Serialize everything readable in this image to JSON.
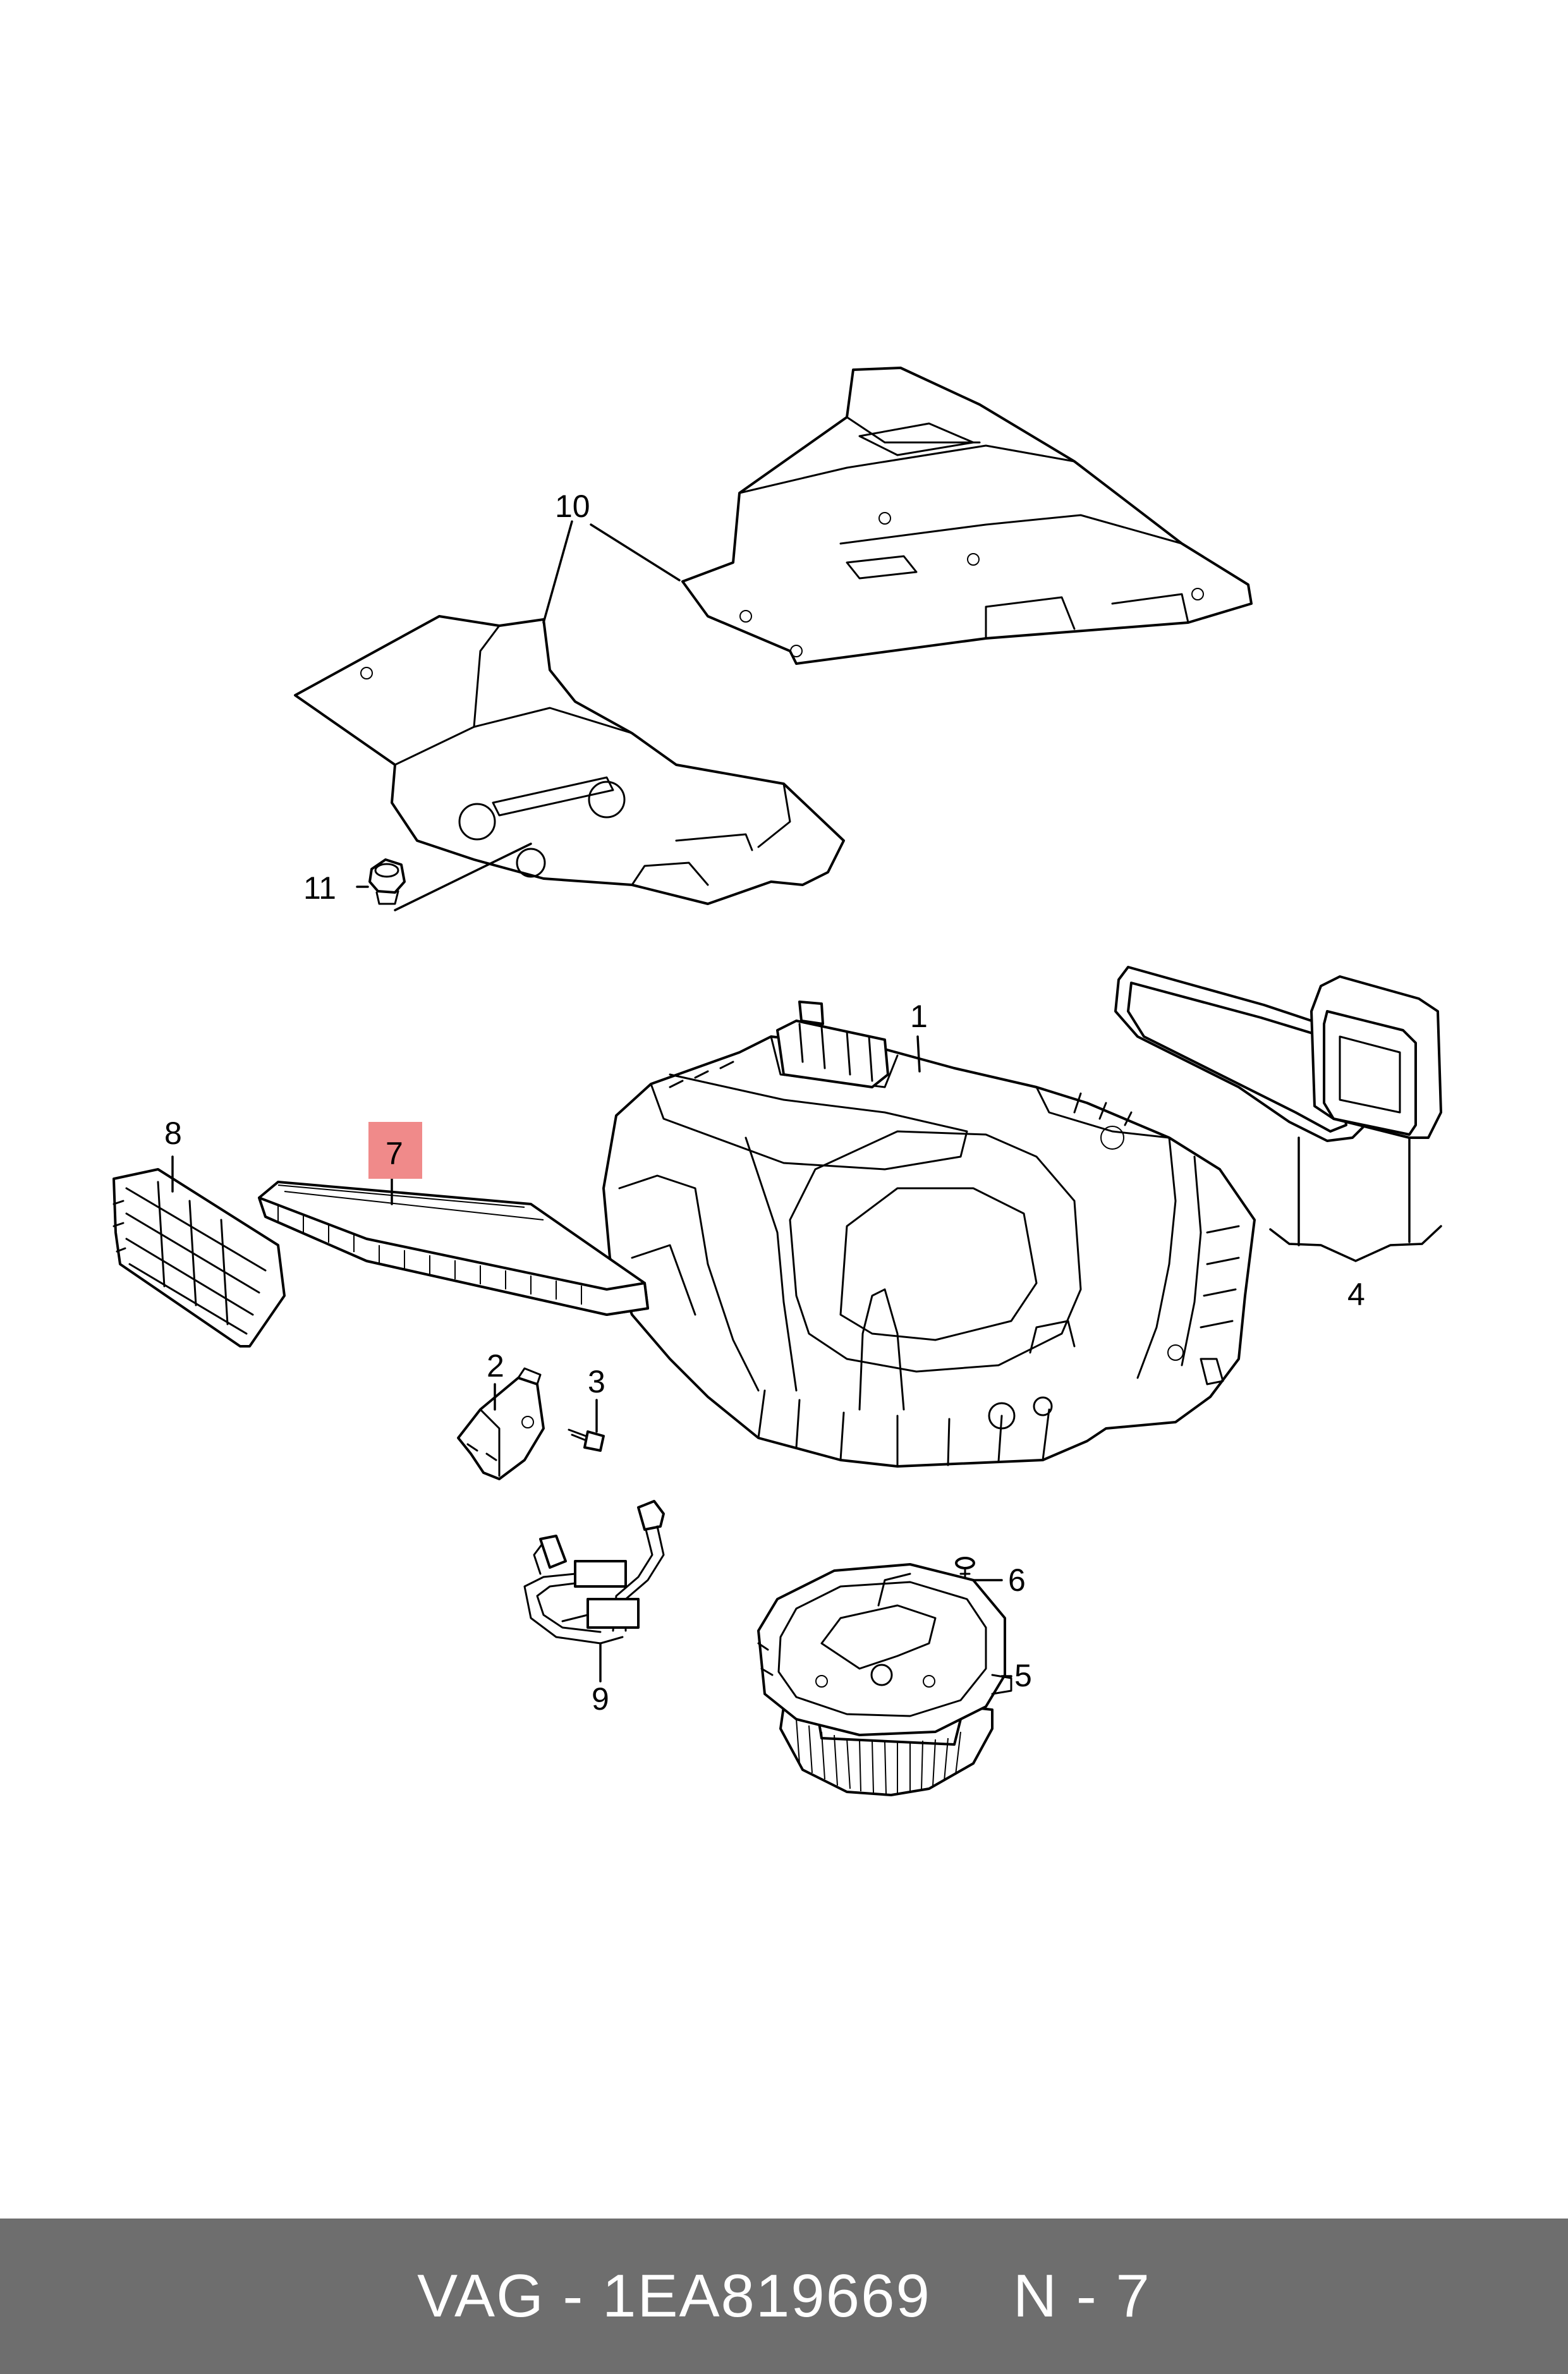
{
  "callouts": {
    "c1": "1",
    "c2": "2",
    "c3": "3",
    "c4": "4",
    "c5": "5",
    "c6": "6",
    "c7": "7",
    "c8": "8",
    "c9": "9",
    "c10": "10",
    "c11": "11"
  },
  "highlight_color": "#f08a8a",
  "footer": {
    "part_number": "VAG - 1EA819669",
    "position": "N - 7"
  }
}
